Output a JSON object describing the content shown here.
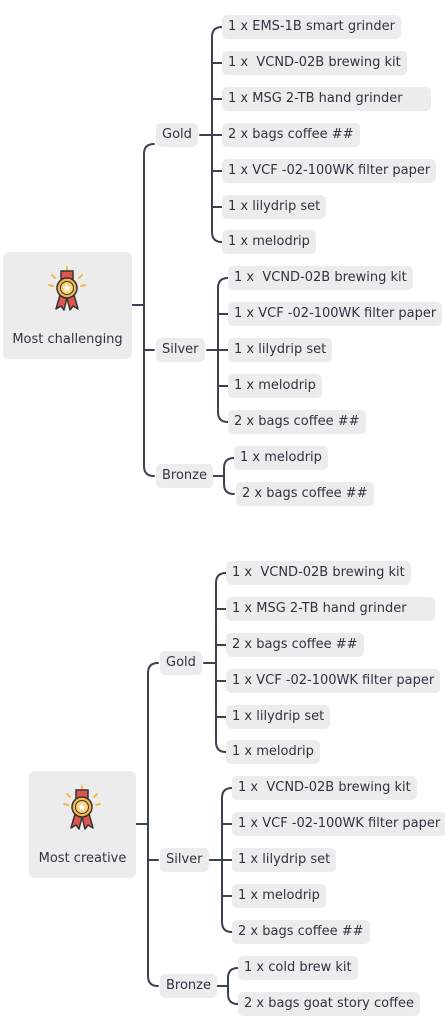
{
  "sections": [
    {
      "title": "Most challenging",
      "tiers": [
        {
          "name": "Gold",
          "items": [
            "1 x EMS-1B smart grinder",
            "1 x  VCND-02B brewing kit",
            "1 x MSG 2-TB hand grinder",
            "2 x bags coffee ##",
            "1 x VCF -02-100WK filter paper",
            "1 x lilydrip set",
            "1 x melodrip"
          ]
        },
        {
          "name": "Silver",
          "items": [
            "1 x  VCND-02B brewing kit",
            "1 x VCF -02-100WK filter paper",
            "1 x lilydrip set",
            "1 x melodrip",
            "2 x bags coffee ##"
          ]
        },
        {
          "name": "Bronze",
          "items": [
            "1 x melodrip",
            "2 x bags coffee ##"
          ]
        }
      ]
    },
    {
      "title": "Most creative",
      "tiers": [
        {
          "name": "Gold",
          "items": [
            "1 x  VCND-02B brewing kit",
            "1 x MSG 2-TB hand grinder",
            "2 x bags coffee ##",
            "1 x VCF -02-100WK filter paper",
            "1 x lilydrip set",
            "1 x melodrip"
          ]
        },
        {
          "name": "Silver",
          "items": [
            "1 x  VCND-02B brewing kit",
            "1 x VCF -02-100WK filter paper",
            "1 x lilydrip set",
            "1 x melodrip",
            "2 x bags coffee ##"
          ]
        },
        {
          "name": "Bronze",
          "items": [
            "1 x cold brew kit",
            "2 x bags goat story coffee"
          ]
        }
      ]
    }
  ],
  "colors": {
    "line": "#3b4252",
    "pill": "#ececec",
    "medal_gold": "#f5b94a",
    "ribbon": "#e0564e"
  },
  "icons": [
    "medal-icon"
  ]
}
